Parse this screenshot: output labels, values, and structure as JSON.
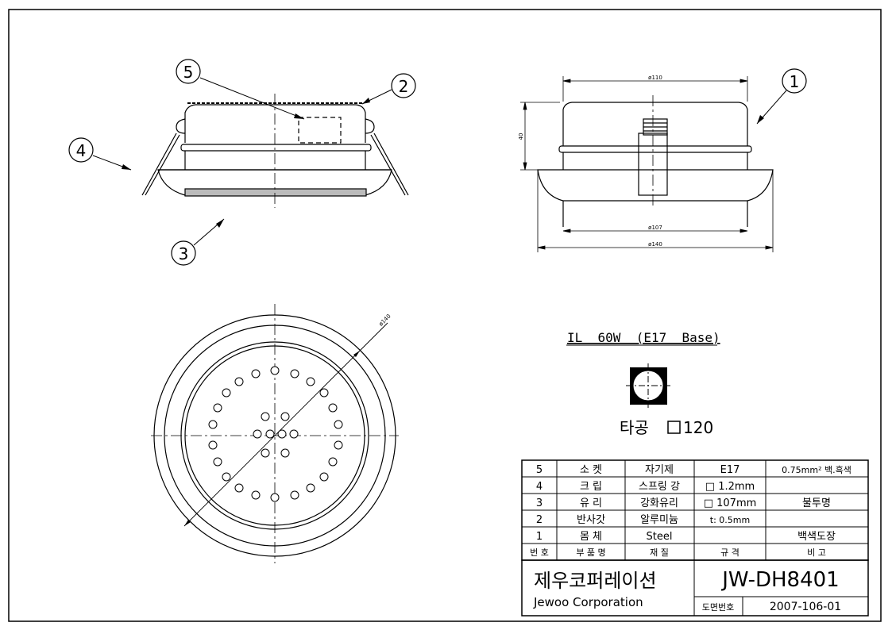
{
  "callouts": [
    "1",
    "2",
    "3",
    "4",
    "5"
  ],
  "dimensions": {
    "top_diameter": "ø110",
    "height": "40",
    "inner_diameter": "ø107",
    "outer_diameter": "ø140",
    "bottom_view_diameter": "ø140"
  },
  "lamp_spec": "IL  60W  (E17  Base)",
  "cutout_label": "타공 ",
  "cutout_size": "120",
  "parts_table": {
    "rows": [
      {
        "no": "5",
        "part": "소 켓",
        "material": "자기제",
        "spec": "E17",
        "remark": "0.75mm² 백.흑색"
      },
      {
        "no": "4",
        "part": "크 립",
        "material": "스프링 강",
        "spec": "□ 1.2mm",
        "remark": ""
      },
      {
        "no": "3",
        "part": "유 리",
        "material": "강화유리",
        "spec": "□ 107mm",
        "remark": "불투명"
      },
      {
        "no": "2",
        "part": "반사갓",
        "material": "알루미늄",
        "spec": "t: 0.5mm",
        "remark": ""
      },
      {
        "no": "1",
        "part": "몸 체",
        "material": "Steel",
        "spec": "",
        "remark": "백색도장"
      }
    ],
    "header": {
      "no": "번 호",
      "part": "부 품 명",
      "material": "재 질",
      "spec": "규 격",
      "remark": "비 고"
    }
  },
  "title_block": {
    "company_kr": "제우코퍼레이션",
    "company_en": "Jewoo Corporation",
    "model": "JW-DH8401",
    "drawing_no_label": "도면번호",
    "drawing_no": "2007-106-01"
  }
}
